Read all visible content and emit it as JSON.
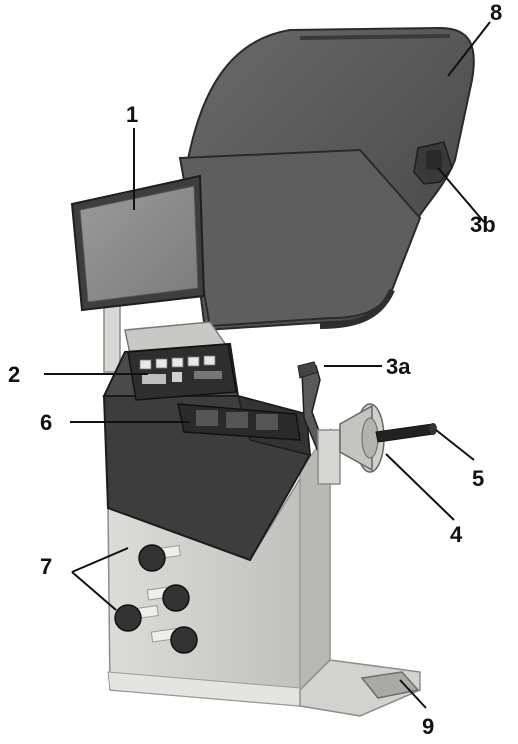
{
  "figure": {
    "title": "",
    "callouts": {
      "c1": "1",
      "c2": "2",
      "c3a": "3a",
      "c3b": "3b",
      "c4": "4",
      "c5": "5",
      "c6": "6",
      "c7": "7",
      "c8": "8",
      "c9": "9"
    },
    "parts": {
      "monitor": "monitor",
      "control-panel": "control panel",
      "gauge-arm-inner": "inner gauge arm",
      "gauge-arm-outer": "outer gauge arm",
      "clamping-cone": "clamping cone",
      "shaft": "shaft",
      "weight-tray": "weight tray",
      "storage-pins": "storage pins",
      "wheel-guard": "wheel guard",
      "foot-pedal": "foot pedal"
    },
    "colors": {
      "cabinet": "#3d3d3d",
      "body": "#cfcfcc",
      "guard": "#5a5a5a",
      "screen": "#8f8f8f"
    }
  }
}
